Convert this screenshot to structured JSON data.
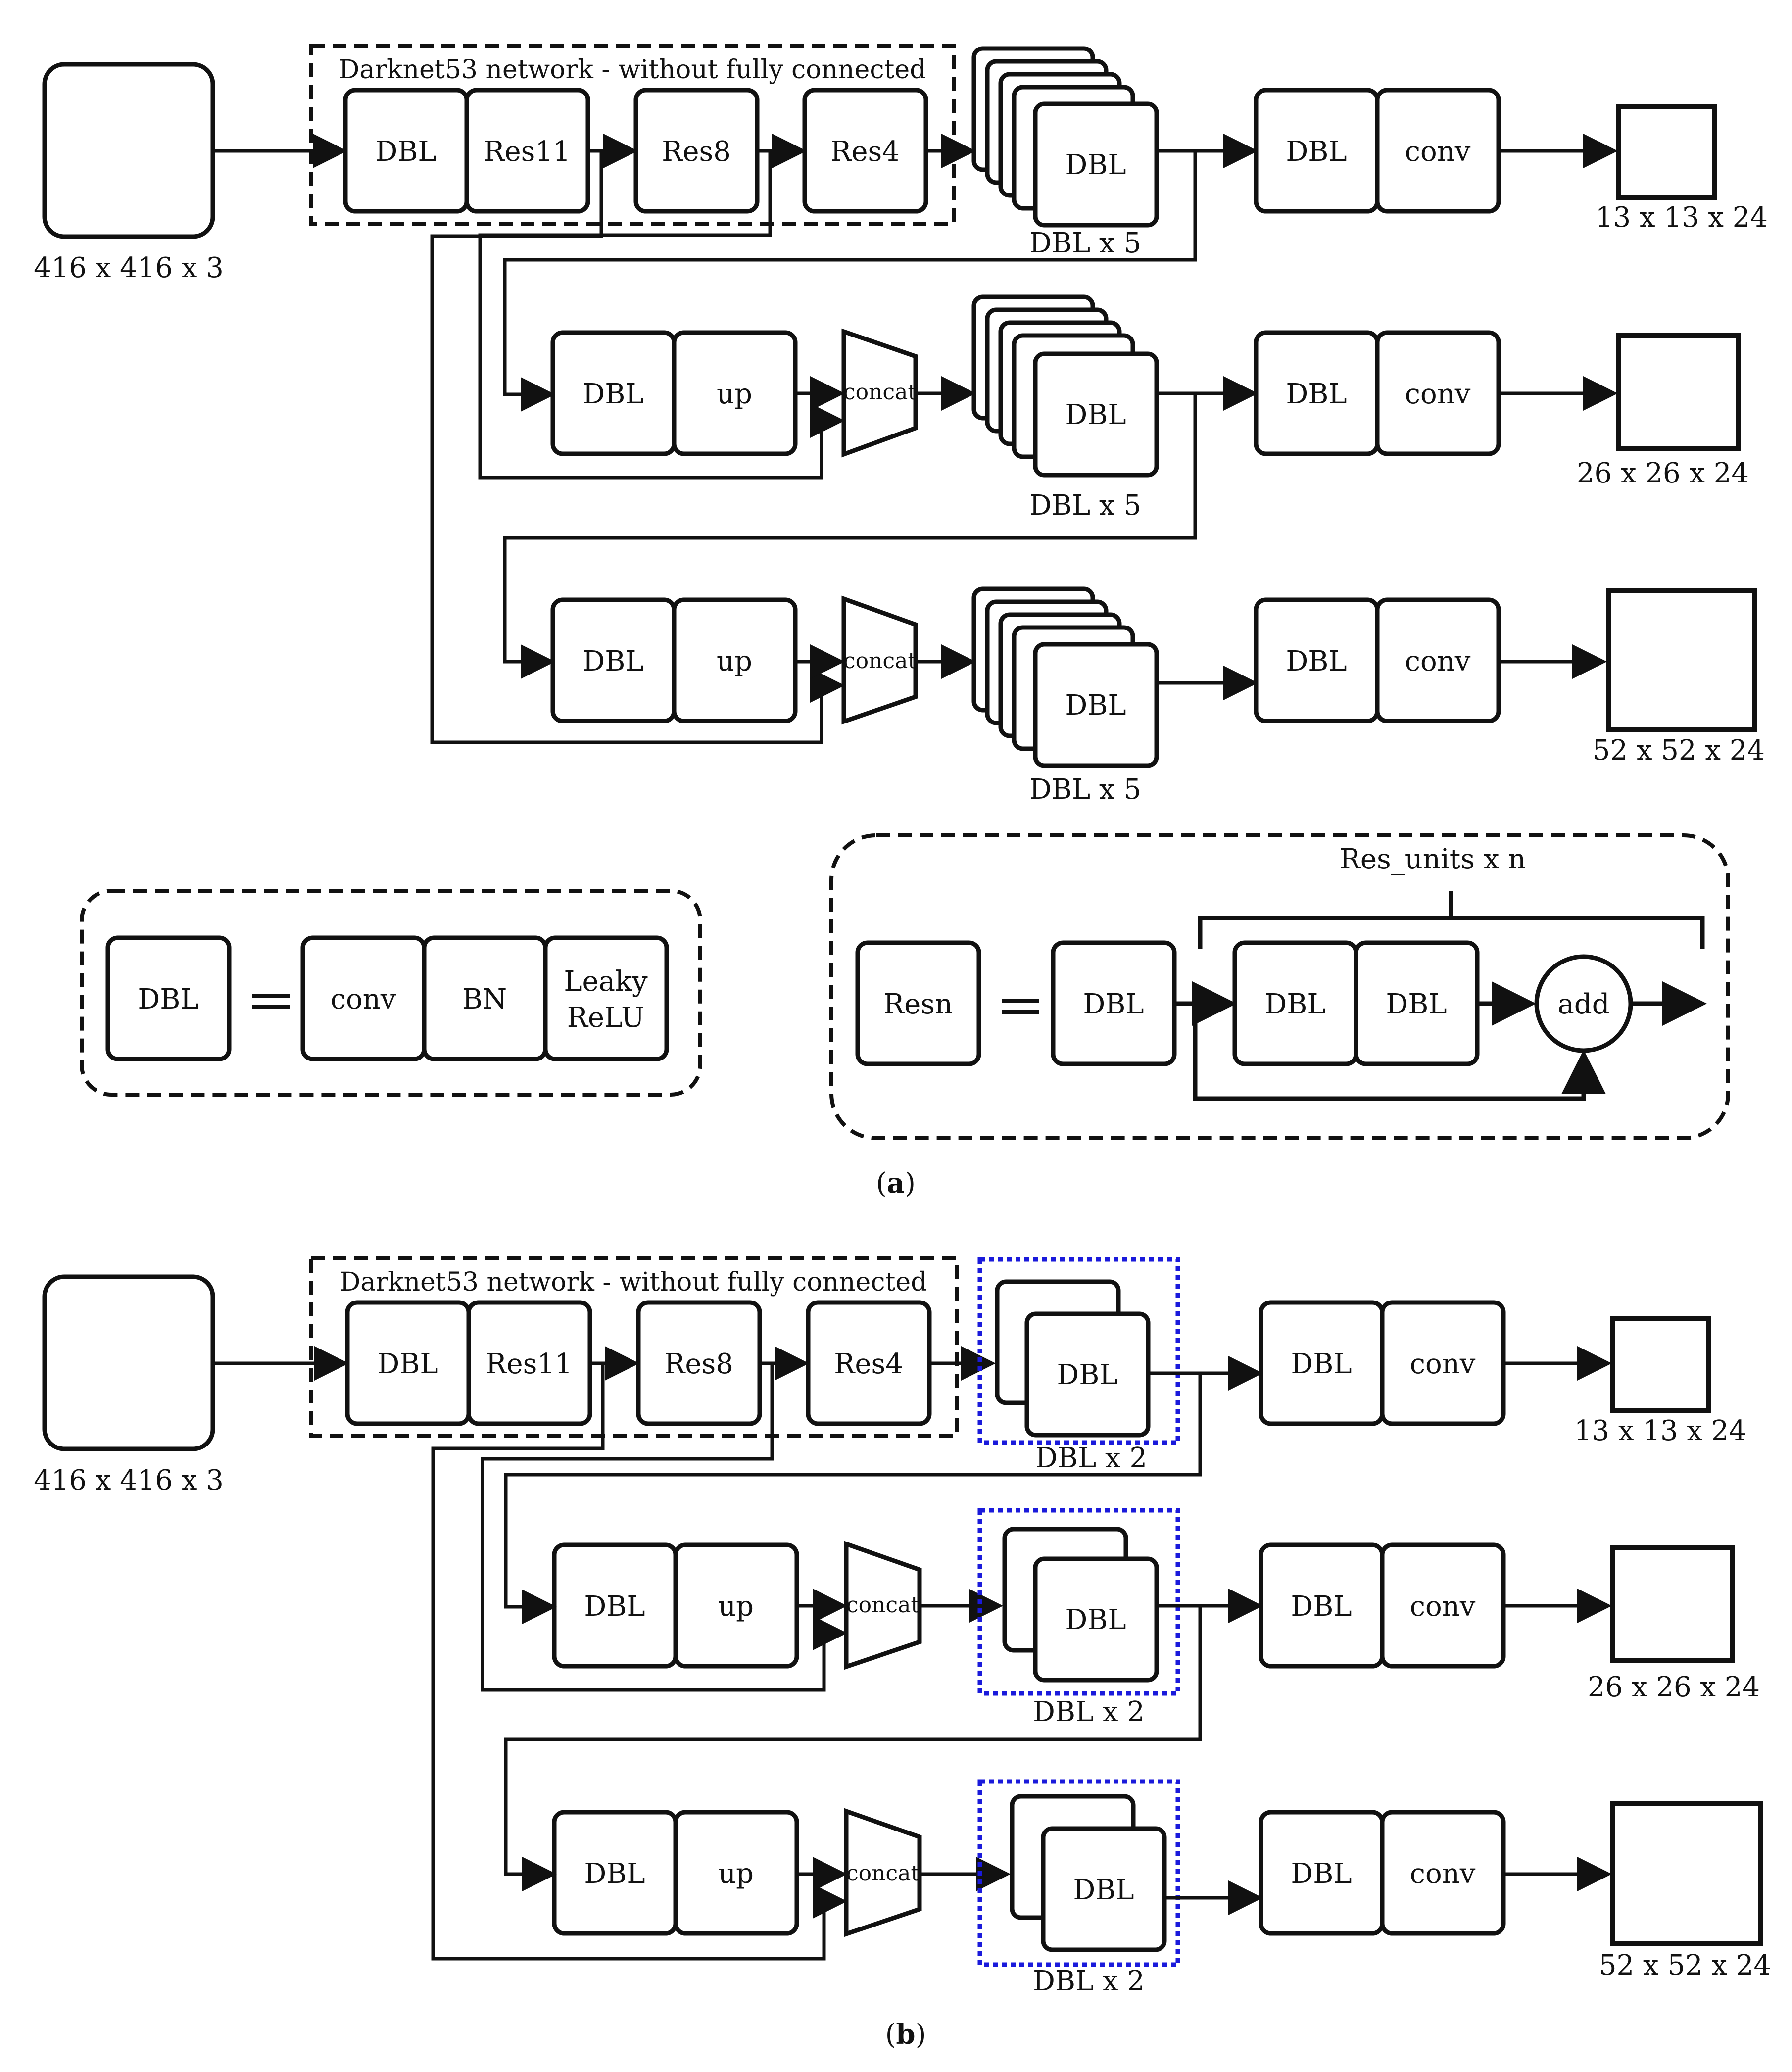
{
  "figure": {
    "caption_a": "(a)",
    "caption_a_letter": "a",
    "caption_b": "(b)",
    "caption_b_letter": "b"
  },
  "labels": {
    "darknet": "Darknet53 network - without fully connected",
    "input_size": "416 x 416 x 3",
    "dbl": "DBL",
    "res11": "Res11",
    "res8": "Res8",
    "res4": "Res4",
    "conv": "conv",
    "up": "up",
    "concat": "concat",
    "dbl_x5": "DBL x 5",
    "dbl_x2": "DBL x 2",
    "out13": "13 x 13 x 24",
    "out26": "26 x 26 x 24",
    "out52": "52 x 52 x 24"
  },
  "legend": {
    "dbl": "DBL",
    "conv": "conv",
    "bn": "BN",
    "leaky_line1": "Leaky",
    "leaky_line2": "ReLU",
    "resn": "Resn",
    "res_units": "Res_units x n",
    "add": "add"
  },
  "colors": {
    "stroke": "#111111",
    "highlight": "#1a1adb"
  }
}
